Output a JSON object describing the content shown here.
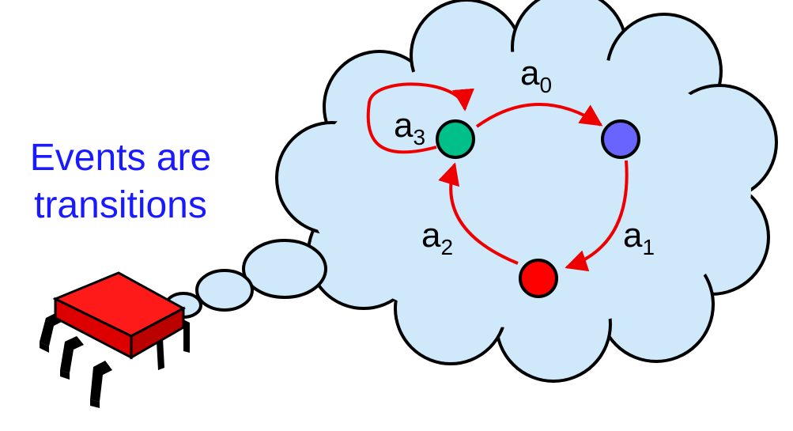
{
  "caption": {
    "line1": "Events are",
    "line2": "transitions"
  },
  "states": [
    {
      "name": "green-state",
      "color": "#00c08a"
    },
    {
      "name": "blue-state",
      "color": "#6a64ff"
    },
    {
      "name": "red-state",
      "color": "#ff0000"
    }
  ],
  "transitions": [
    {
      "base": "a",
      "sub": "0"
    },
    {
      "base": "a",
      "sub": "1"
    },
    {
      "base": "a",
      "sub": "2"
    },
    {
      "base": "a",
      "sub": "3"
    }
  ],
  "colors": {
    "cloud": "#cfe9fb",
    "outline": "#000000",
    "arrow": "#ee0000",
    "chip": "#ff1a1a",
    "caption": "#1a1aff"
  },
  "icons": {
    "creature": "robot-bug-icon",
    "thought": "thought-cloud"
  }
}
